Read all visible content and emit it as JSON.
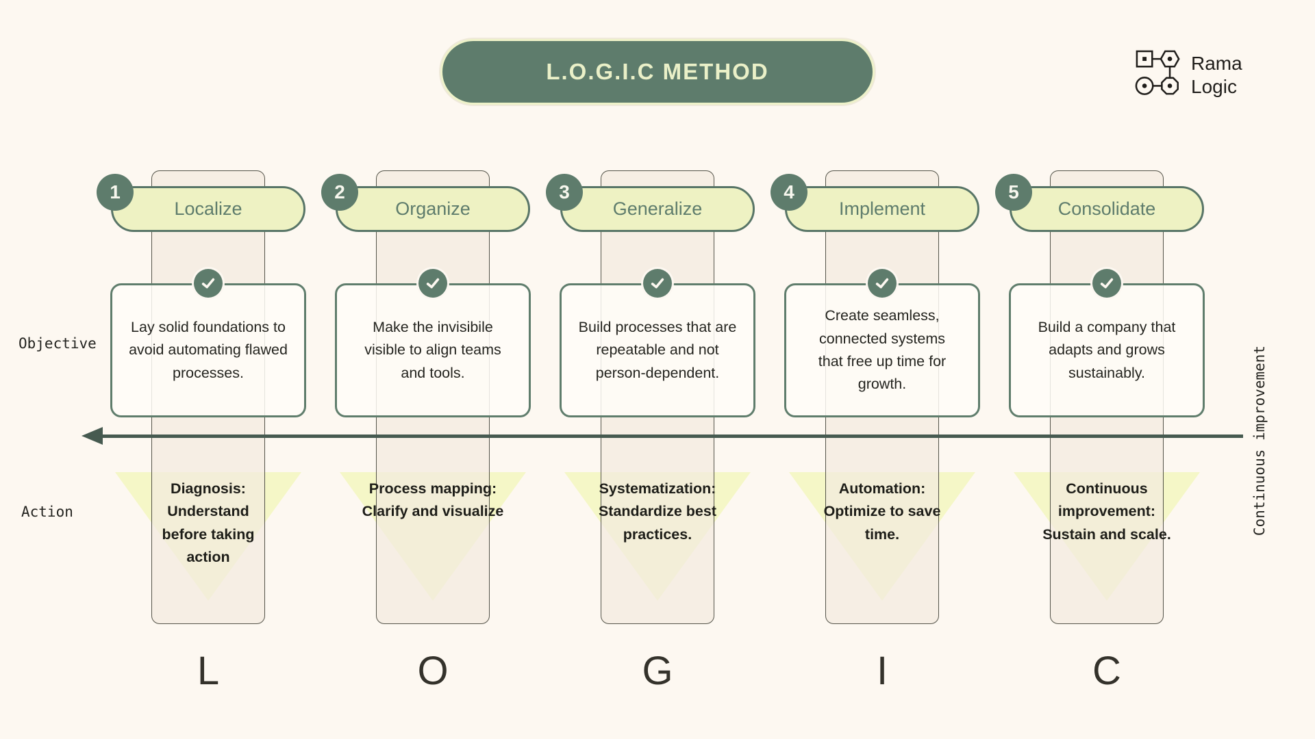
{
  "title": "L.O.G.I.C METHOD",
  "logo": {
    "line1": "Rama",
    "line2": "Logic"
  },
  "row_labels": {
    "objective": "Objective",
    "action": "Action"
  },
  "arrow_label": "Continuous improvement",
  "columns": [
    {
      "number": "1",
      "name": "Localize",
      "letter": "L",
      "objective": "Lay solid foundations to\navoid automating flawed\nprocesses.",
      "action": "Diagnosis:\nUnderstand\nbefore taking\naction"
    },
    {
      "number": "2",
      "name": "Organize",
      "letter": "O",
      "objective": "Make the invisibile\nvisible to align teams\nand tools.",
      "action": "Process mapping:\nClarify and visualize"
    },
    {
      "number": "3",
      "name": "Generalize",
      "letter": "G",
      "objective": "Build processes that are\nrepeatable and not\nperson-dependent.",
      "action": "Systematization:\nStandardize best\npractices."
    },
    {
      "number": "4",
      "name": "Implement",
      "letter": "I",
      "objective": "Create seamless,\nconnected systems\nthat free up time for\ngrowth.",
      "action": "Automation:\nOptimize to save\ntime."
    },
    {
      "number": "5",
      "name": "Consolidate",
      "letter": "C",
      "objective": "Build a company that\nadapts and grows\nsustainably.",
      "action": "Continuous\nimprovement:\nSustain and scale."
    }
  ],
  "colors": {
    "background": "#fdf8f1",
    "sage_dark": "#5e7c6c",
    "sage_border": "#587567",
    "pill_yellow": "#eef2c3",
    "title_text": "#eaf0c8",
    "triangle_yellow": "#f3f6bd",
    "column_beige": "#f3eadf",
    "arrow": "#465a50",
    "text_dark": "#24241f"
  }
}
